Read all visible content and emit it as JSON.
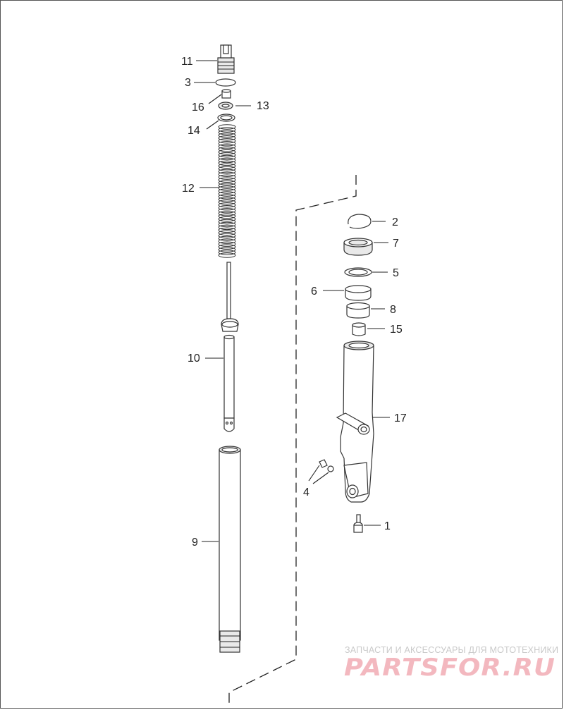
{
  "callouts": [
    {
      "id": "11",
      "text": "11",
      "part": "fork-cap-bolt"
    },
    {
      "id": "3",
      "text": "3",
      "part": "o-ring"
    },
    {
      "id": "16",
      "text": "16",
      "part": "spacer"
    },
    {
      "id": "13",
      "text": "13",
      "part": "washer"
    },
    {
      "id": "14",
      "text": "14",
      "part": "spring-seat"
    },
    {
      "id": "12",
      "text": "12",
      "part": "fork-spring"
    },
    {
      "id": "10",
      "text": "10",
      "part": "damper-rod"
    },
    {
      "id": "9",
      "text": "9",
      "part": "fork-tube"
    },
    {
      "id": "2",
      "text": "2",
      "part": "retaining-ring"
    },
    {
      "id": "7",
      "text": "7",
      "part": "oil-seal"
    },
    {
      "id": "5",
      "text": "5",
      "part": "seal-washer"
    },
    {
      "id": "6",
      "text": "6",
      "part": "slider-bushing"
    },
    {
      "id": "8",
      "text": "8",
      "part": "tube-bushing"
    },
    {
      "id": "15",
      "text": "15",
      "part": "oil-lock-piece"
    },
    {
      "id": "17",
      "text": "17",
      "part": "fork-slider"
    },
    {
      "id": "4",
      "text": "4",
      "part": "drain-screw-and-washer"
    },
    {
      "id": "1",
      "text": "1",
      "part": "bottom-bolt"
    }
  ],
  "watermark": {
    "subtitle": "ЗАПЧАСТИ И АКСЕССУАРЫ ДЛЯ МОТОТЕХНИКИ",
    "logo": "PARTSFOR.RU"
  },
  "colors": {
    "line": "#333333",
    "watermark_logo": "#f3b8bf",
    "watermark_text": "#c9c9c9"
  }
}
